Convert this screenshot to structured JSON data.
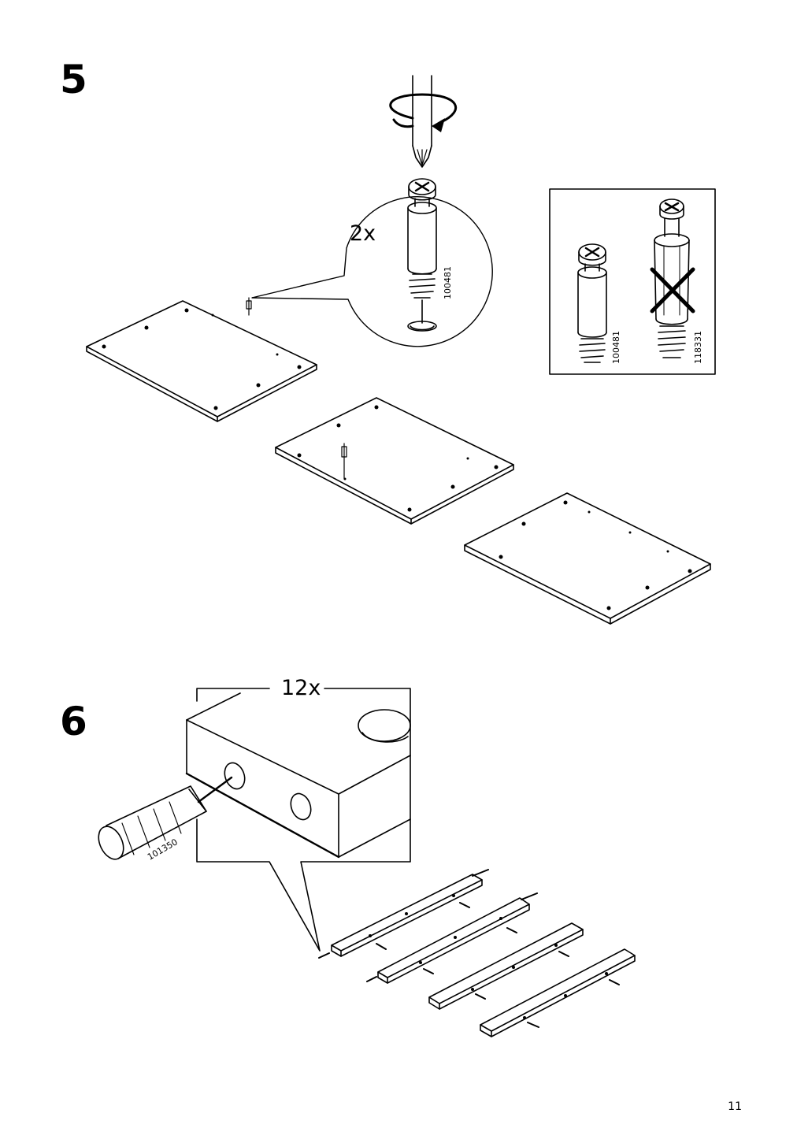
{
  "steps": {
    "step5": {
      "number": "5",
      "quantity": "2x",
      "part_label": "100481",
      "comparison": {
        "correct_part": "100481",
        "wrong_part": "118331"
      }
    },
    "step6": {
      "number": "6",
      "quantity": "12x",
      "tool_label": "101350"
    }
  },
  "page_number": "11"
}
